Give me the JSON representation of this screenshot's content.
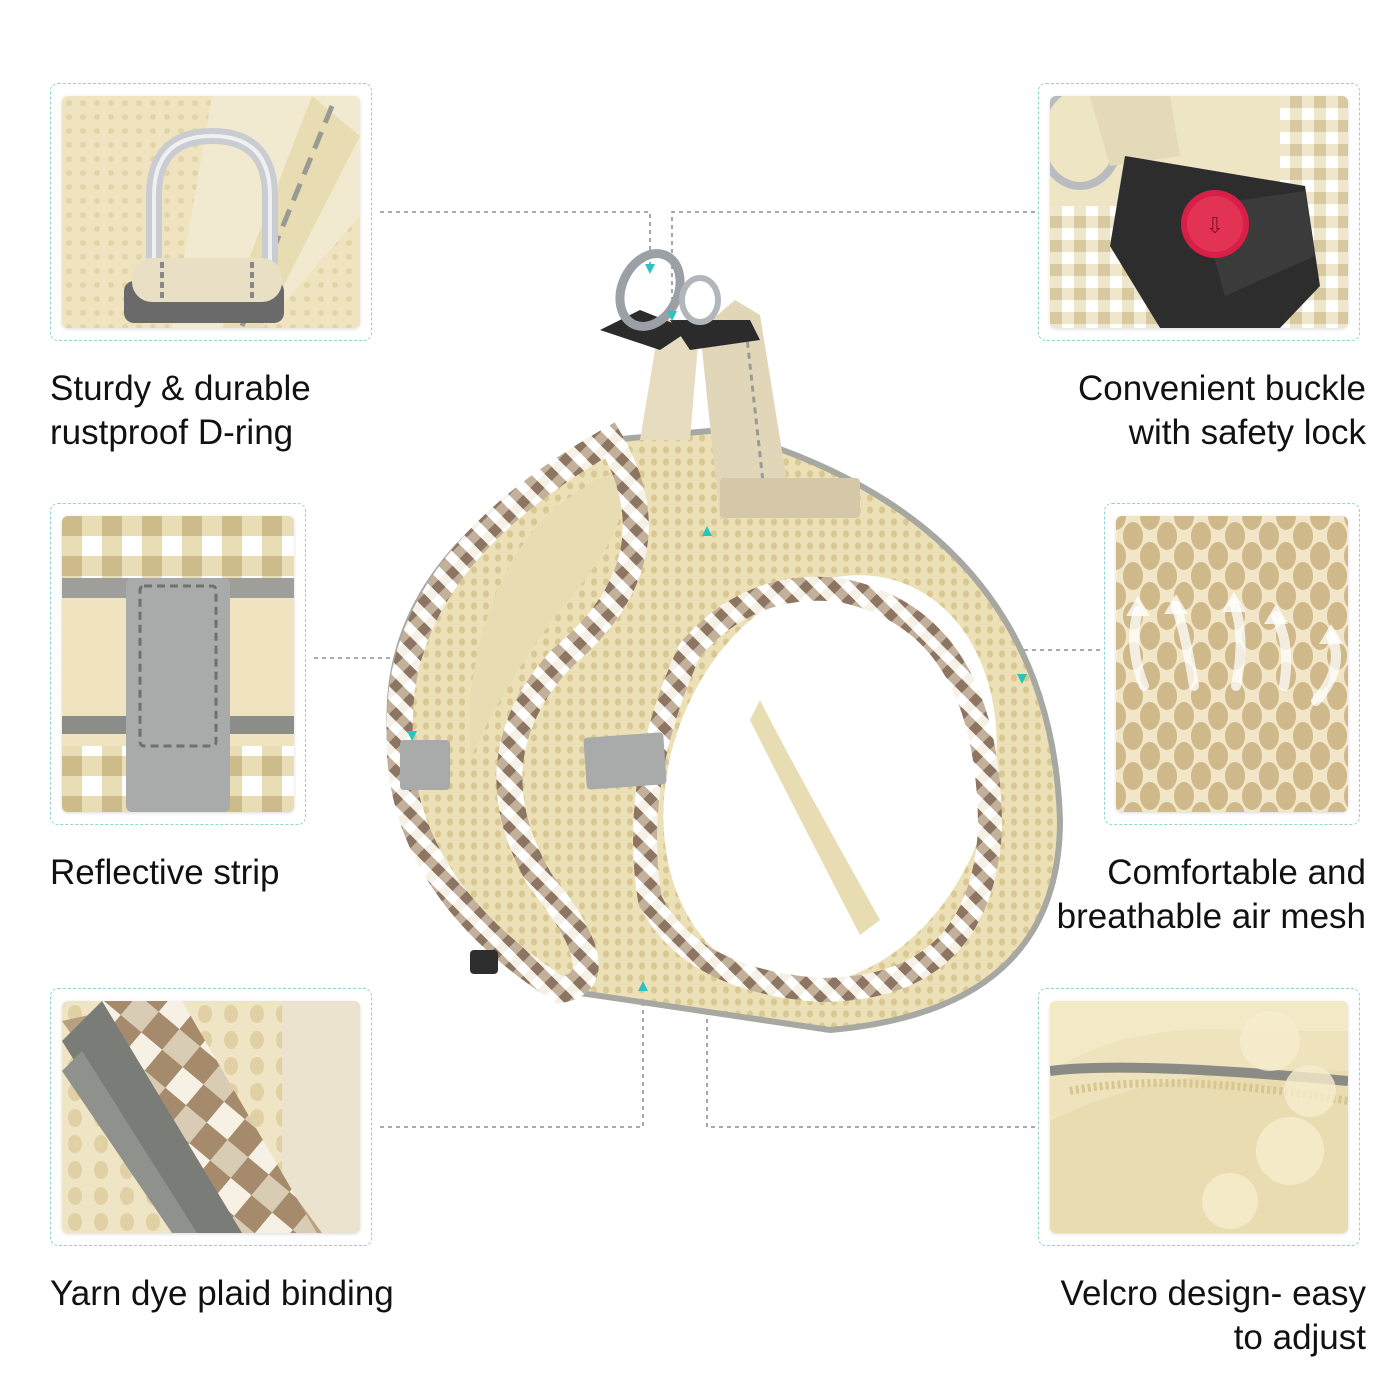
{
  "features": {
    "d_ring": {
      "line1": "Sturdy & durable",
      "line2": "rustproof D-ring"
    },
    "buckle": {
      "line1": "Convenient buckle",
      "line2": "with safety lock"
    },
    "reflective": {
      "line1": "Reflective strip"
    },
    "mesh": {
      "line1": "Comfortable and",
      "line2": "breathable air mesh"
    },
    "binding": {
      "line1": "Yarn dye plaid binding"
    },
    "velcro": {
      "line1": "Velcro design- easy",
      "line2": "to adjust"
    }
  },
  "colors": {
    "beige": "#eee3bf",
    "tan": "#8c7562",
    "frame": "#8fd4cf",
    "pointer": "#27c4c0",
    "buckle_button": "#d81f47"
  },
  "icons": [
    "d-ring-icon",
    "buckle-icon",
    "reflective-strip-icon",
    "air-mesh-icon",
    "plaid-binding-icon",
    "velcro-icon"
  ]
}
